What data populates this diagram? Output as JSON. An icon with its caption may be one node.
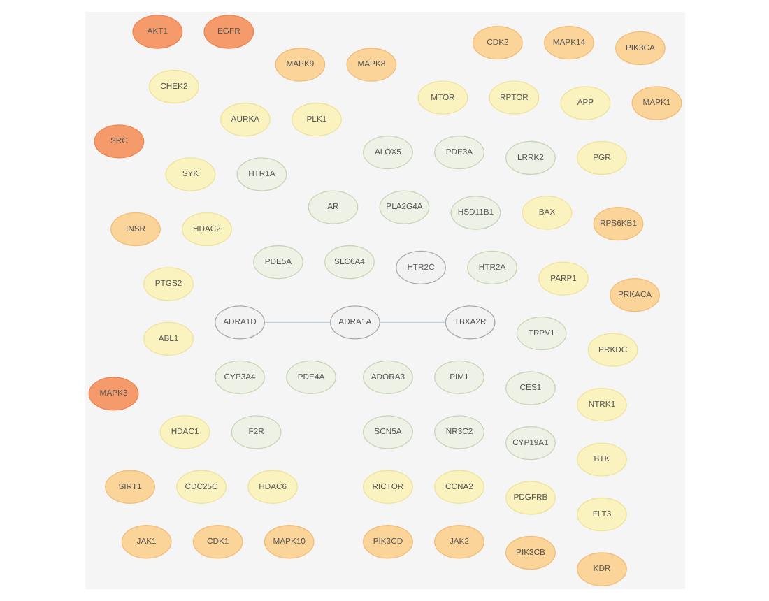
{
  "diagram": {
    "nodes": [
      {
        "text": [
          "ADRA1A"
        ]
      },
      {
        "text": [
          "TBXA2R"
        ]
      },
      {
        "text": [
          "ADRA1D"
        ]
      },
      {
        "text": [
          "HTR2C"
        ]
      },
      {
        "text": [
          "SLC6A4"
        ]
      },
      {
        "text": [
          "ADORA3"
        ]
      },
      {
        "text": [
          "PIM1"
        ]
      },
      {
        "text": [
          "PDE4A"
        ]
      },
      {
        "text": [
          "HSD11B1"
        ]
      },
      {
        "text": [
          "PLA2G4A"
        ]
      },
      {
        "text": [
          "AR"
        ]
      },
      {
        "text": [
          "HTR2A"
        ]
      },
      {
        "text": [
          "PDE5A"
        ]
      },
      {
        "text": [
          "HTR1A"
        ]
      },
      {
        "text": [
          "SCN5A"
        ]
      },
      {
        "text": [
          "NR3C2"
        ]
      },
      {
        "text": [
          "F2R"
        ]
      },
      {
        "text": [
          "CYP19A1"
        ]
      },
      {
        "text": [
          "CES1"
        ]
      },
      {
        "text": [
          "LRRK2"
        ]
      },
      {
        "text": [
          "PDE3A"
        ]
      },
      {
        "text": [
          "ALOX5"
        ]
      },
      {
        "text": [
          "CYP3A4"
        ]
      },
      {
        "text": [
          "TRPV1"
        ]
      },
      {
        "text": [
          "BAX"
        ]
      },
      {
        "text": [
          "PARP1"
        ]
      },
      {
        "text": [
          "PLK1"
        ]
      },
      {
        "text": [
          "AURKA"
        ]
      },
      {
        "text": [
          "HDAC2"
        ]
      },
      {
        "text": [
          "RICTOR"
        ]
      },
      {
        "text": [
          "CCNA2"
        ]
      },
      {
        "text": [
          "CDC25C"
        ]
      },
      {
        "text": [
          "HDAC6"
        ]
      },
      {
        "text": [
          "PDGFRB"
        ]
      },
      {
        "text": [
          "APP"
        ]
      },
      {
        "text": [
          "SYK"
        ]
      },
      {
        "text": [
          "RPTOR"
        ]
      },
      {
        "text": [
          "MTOR"
        ]
      },
      {
        "text": [
          "HDAC1"
        ]
      },
      {
        "text": [
          "FLT3"
        ]
      },
      {
        "text": [
          "BTK"
        ]
      },
      {
        "text": [
          "NTRK1"
        ]
      },
      {
        "text": [
          "PGR"
        ]
      },
      {
        "text": [
          "CHEK2"
        ]
      },
      {
        "text": [
          "PTGS2"
        ]
      },
      {
        "text": [
          "ABL1"
        ]
      },
      {
        "text": [
          "PRKDC"
        ]
      },
      {
        "text": [
          "RPS6KB1"
        ]
      },
      {
        "text": [
          "MAPK8"
        ]
      },
      {
        "text": [
          "MAPK9"
        ]
      },
      {
        "text": [
          "PIK3CD"
        ]
      },
      {
        "text": [
          "JAK2"
        ]
      },
      {
        "text": [
          "JAK1"
        ]
      },
      {
        "text": [
          "CDK1"
        ]
      },
      {
        "text": [
          "MAPK10"
        ]
      },
      {
        "text": [
          "PRKACA"
        ]
      },
      {
        "text": [
          "PIK3CB"
        ]
      },
      {
        "text": [
          "PIK3CA"
        ]
      },
      {
        "text": [
          "INSR"
        ]
      },
      {
        "text": [
          "MAPK14"
        ]
      },
      {
        "text": [
          "CDK2"
        ]
      },
      {
        "text": [
          "SIRT1"
        ]
      },
      {
        "text": [
          "KDR"
        ]
      },
      {
        "text": [
          "MAPK1"
        ]
      },
      {
        "text": [
          "EGFR"
        ]
      },
      {
        "text": [
          "AKT1"
        ]
      },
      {
        "text": [
          "SRC"
        ]
      },
      {
        "text": [
          "MAPK3"
        ]
      }
    ],
    "edges": [
      {
        "from": 0,
        "to": 1,
        "arrow": "none"
      },
      {
        "from": 0,
        "to": 2,
        "arrow": "none"
      }
    ]
  }
}
